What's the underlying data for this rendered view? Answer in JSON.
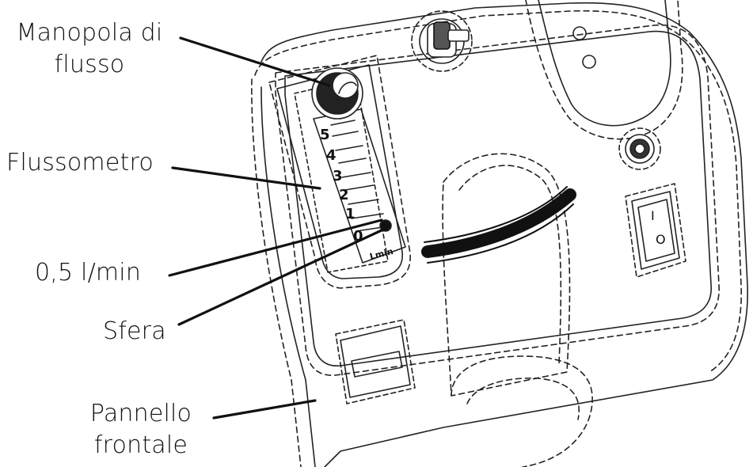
{
  "labels": {
    "knob": {
      "line1": "Manopola di",
      "line2": "flusso"
    },
    "flowmeter": "Flussometro",
    "rate": "0,5 l/min",
    "ball": "Sfera",
    "panel": {
      "line1": "Pannello",
      "line2": "frontale"
    }
  },
  "scale": {
    "ticks": [
      "5",
      "4",
      "3",
      "2",
      "1",
      "0"
    ],
    "brand": "Lmin"
  },
  "switch": {
    "on": "I",
    "off": "O"
  },
  "colors": {
    "ink": "#111111",
    "background": "#ffffff"
  }
}
